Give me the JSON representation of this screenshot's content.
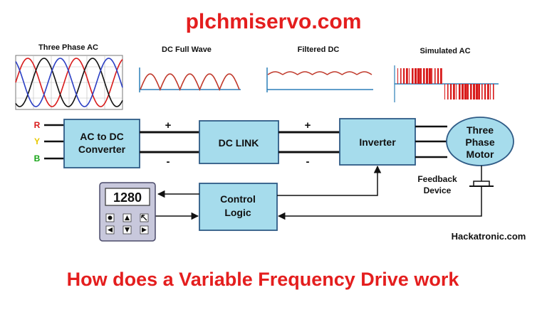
{
  "header": {
    "site": "plchmiservo.com"
  },
  "waveforms": [
    {
      "id": "three-phase-ac",
      "label": "Three Phase AC"
    },
    {
      "id": "dc-full-wave",
      "label": "DC Full Wave"
    },
    {
      "id": "filtered-dc",
      "label": "Filtered DC"
    },
    {
      "id": "simulated-ac",
      "label": "Simulated AC"
    }
  ],
  "phases": [
    {
      "label": "R",
      "color": "#d81b1b"
    },
    {
      "label": "Y",
      "color": "#e8c800"
    },
    {
      "label": "B",
      "color": "#15a415"
    }
  ],
  "blocks": {
    "converter": [
      "AC to DC",
      "Converter"
    ],
    "dc_link": "DC LINK",
    "inverter": "Inverter",
    "control": [
      "Control",
      "Logic"
    ],
    "motor": [
      "Three",
      "Phase",
      "Motor"
    ],
    "feedback": [
      "Feedback",
      "Device"
    ]
  },
  "signs": {
    "plus": "+",
    "minus": "-"
  },
  "keypad": {
    "display_value": "1280"
  },
  "watermark": "Hackatronic.com",
  "footer": {
    "title": "How does a Variable Frequency Drive work"
  },
  "colors": {
    "block_fill": "#a6dcec",
    "block_stroke": "#2f5b86",
    "motor_fill": "#a6dcec",
    "title_red": "#e41e1e",
    "keypad_fill": "#c8c8dc"
  }
}
